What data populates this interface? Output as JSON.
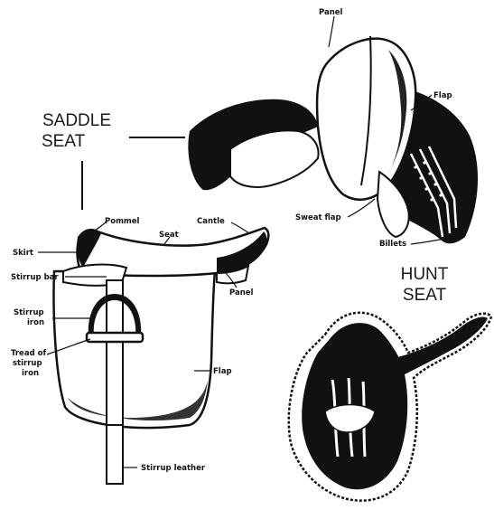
{
  "headings": {
    "saddle_seat": [
      "SADDLE",
      "SEAT"
    ],
    "hunt_seat": [
      "HUNT",
      "SEAT"
    ]
  },
  "saddle_seat_labels": {
    "panel": "Panel",
    "flap": "Flap",
    "sweat_flap": "Sweat flap",
    "billets": "Billets"
  },
  "side_view_labels": {
    "pommel": "Pommel",
    "seat": "Seat",
    "cantle": "Cantle",
    "skirt": "Skirt",
    "stirrup_bar": "Stirrup bar",
    "panel": "Panel",
    "stirrup_iron": [
      "Stirrup",
      "iron"
    ],
    "tread": [
      "Tread of",
      "stirrup",
      "iron"
    ],
    "flap": "Flap",
    "stirrup_leather": "Stirrup leather"
  },
  "colors": {
    "ink": "#111111",
    "paper": "#ffffff"
  }
}
